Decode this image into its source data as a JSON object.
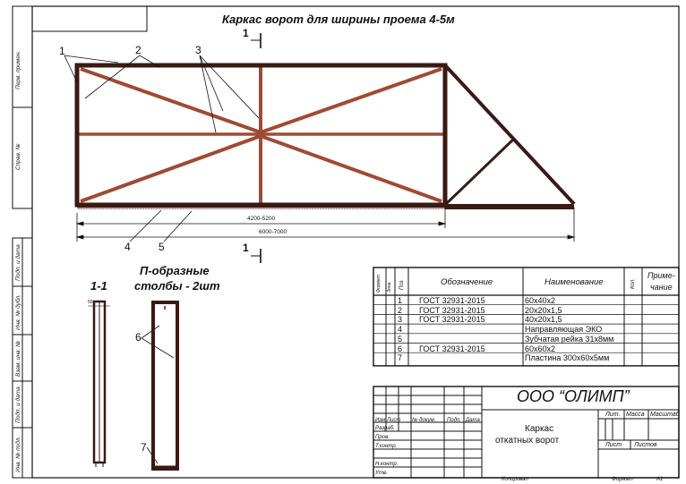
{
  "drawing": {
    "title": "Каркас ворот для ширины проема 4-5м",
    "section_mark": "1",
    "section_title": "1-1",
    "posts_title_line1": "П-образные",
    "posts_title_line2": "столбы - 2шт",
    "dim_inner": "4200-5200",
    "dim_outer": "6000-7000",
    "post_dim": "50",
    "callouts": [
      "1",
      "2",
      "3",
      "4",
      "5",
      "6",
      "7"
    ]
  },
  "colors": {
    "frame": "#3a1a12",
    "brace": "#a04a33",
    "line": "#111111"
  },
  "spec": {
    "headers": {
      "format": "Формат",
      "zone": "Зона",
      "pos": "Поз.",
      "designation": "Обозначение",
      "name": "Наименование",
      "qty": "Кол.",
      "note": "Приме-\nчание"
    },
    "rows": [
      {
        "pos": "1",
        "designation": "ГОСТ 32931-2015",
        "name": "60х40х2"
      },
      {
        "pos": "2",
        "designation": "ГОСТ 32931-2015",
        "name": "20х20х1,5"
      },
      {
        "pos": "3",
        "designation": "ГОСТ 32931-2015",
        "name": "40х20х1,5"
      },
      {
        "pos": "4",
        "designation": "",
        "name": "Направляющая ЭКО"
      },
      {
        "pos": "5",
        "designation": "",
        "name": "Зубчатая рейка 31х8мм"
      },
      {
        "pos": "6",
        "designation": "ГОСТ 32931-2015",
        "name": "60х60х2"
      },
      {
        "pos": "7",
        "designation": "",
        "name": "Пластина 300х60х5мм"
      }
    ]
  },
  "title_block": {
    "company": "ООО “ОЛИМП”",
    "doc_name_line1": "Каркас",
    "doc_name_line2": "откатных ворот",
    "col_izm": "Изм",
    "col_list": "Лист",
    "col_doc": "№ докум.",
    "col_sign": "Подп.",
    "col_date": "Дата",
    "razrab": "Разраб.",
    "prov": "Пров.",
    "tkontr": "Т.контр.",
    "nkontr": "Н.контр.",
    "utv": "Утв.",
    "lit": "Лит.",
    "massa": "Масса",
    "masshtab": "Масштаб",
    "list": "Лист",
    "listov": "Листов",
    "copied": "Копировал",
    "format_label": "Формат",
    "format_value": "А1"
  },
  "side_labels": {
    "perv_primen": "Перв. примен.",
    "sprav_no": "Справ. №",
    "podp_data_1": "Подп. и дата",
    "inv_dubl": "Инв. № дубл.",
    "vzam_inv": "Взам. инв. №",
    "podp_data_2": "Подп. и дата",
    "inv_podl": "Инв. № подл."
  }
}
